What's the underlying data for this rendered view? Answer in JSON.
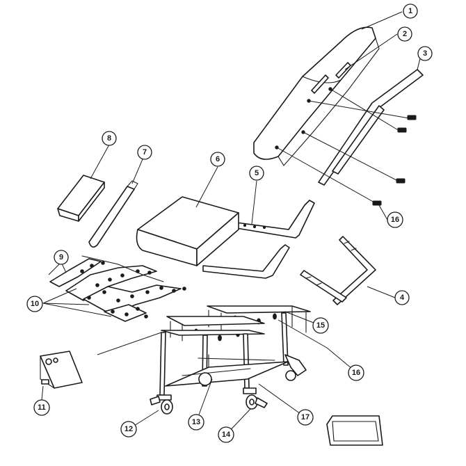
{
  "callouts": [
    {
      "label": "1"
    },
    {
      "label": "2"
    },
    {
      "label": "3"
    },
    {
      "label": "4"
    },
    {
      "label": "5"
    },
    {
      "label": "6"
    },
    {
      "label": "7"
    },
    {
      "label": "8"
    },
    {
      "label": "9"
    },
    {
      "label": "10"
    },
    {
      "label": "11"
    },
    {
      "label": "12"
    },
    {
      "label": "13"
    },
    {
      "label": "14"
    },
    {
      "label": "15"
    },
    {
      "label": "16"
    },
    {
      "label": "16"
    },
    {
      "label": "17"
    }
  ]
}
